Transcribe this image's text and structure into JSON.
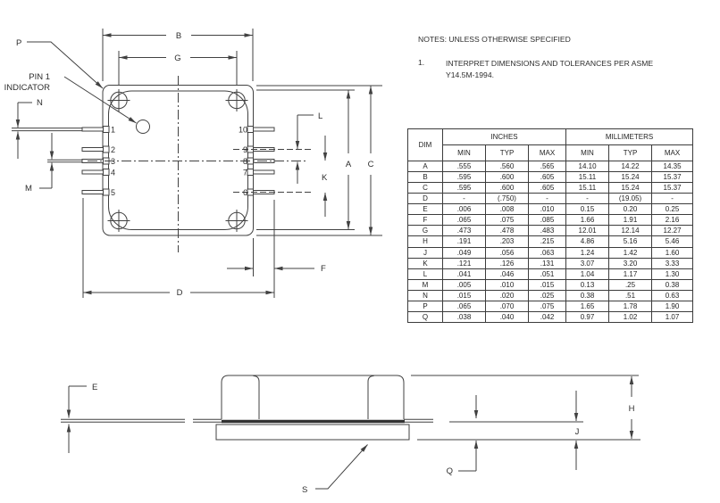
{
  "notes": {
    "title": "NOTES: UNLESS OTHERWISE SPECIFIED",
    "items": [
      {
        "number": "1.",
        "lines": [
          "INTERPRET DIMENSIONS AND TOLERANCES PER ASME",
          "Y14.5M-1994."
        ]
      }
    ]
  },
  "table": {
    "corner_label": "DIM",
    "group_headers": [
      "INCHES",
      "MILLIMETERS"
    ],
    "sub_headers": [
      "MIN",
      "TYP",
      "MAX",
      "MIN",
      "TYP",
      "MAX"
    ],
    "rows": [
      [
        "A",
        ".555",
        ".560",
        ".565",
        "14.10",
        "14.22",
        "14.35"
      ],
      [
        "B",
        ".595",
        ".600",
        ".605",
        "15.11",
        "15.24",
        "15.37"
      ],
      [
        "C",
        ".595",
        ".600",
        ".605",
        "15.11",
        "15.24",
        "15.37"
      ],
      [
        "D",
        "-",
        "(.750)",
        "-",
        "-",
        "(19.05)",
        "-"
      ],
      [
        "E",
        ".006",
        ".008",
        ".010",
        "0.15",
        "0.20",
        "0.25"
      ],
      [
        "F",
        ".065",
        ".075",
        ".085",
        "1.66",
        "1.91",
        "2.16"
      ],
      [
        "G",
        ".473",
        ".478",
        ".483",
        "12.01",
        "12.14",
        "12.27"
      ],
      [
        "H",
        ".191",
        ".203",
        ".215",
        "4.86",
        "5.16",
        "5.46"
      ],
      [
        "J",
        ".049",
        ".056",
        ".063",
        "1.24",
        "1.42",
        "1.60"
      ],
      [
        "K",
        ".121",
        ".126",
        ".131",
        "3.07",
        "3.20",
        "3.33"
      ],
      [
        "L",
        ".041",
        ".046",
        ".051",
        "1.04",
        "1.17",
        "1.30"
      ],
      [
        "M",
        ".005",
        ".010",
        ".015",
        "0.13",
        ".25",
        "0.38"
      ],
      [
        "N",
        ".015",
        ".020",
        ".025",
        "0.38",
        ".51",
        "0.63"
      ],
      [
        "P",
        ".065",
        ".070",
        ".075",
        "1.65",
        "1.78",
        "1.90"
      ],
      [
        "Q",
        ".038",
        ".040",
        ".042",
        "0.97",
        "1.02",
        "1.07"
      ]
    ]
  },
  "top_view": {
    "labels": {
      "p": "P",
      "pin1_line1": "PIN 1",
      "pin1_line2": "INDICATOR",
      "n": "N",
      "m": "M",
      "b": "B",
      "g": "G",
      "a": "A",
      "c": "C",
      "l": "L",
      "k": "K",
      "f": "F",
      "d": "D"
    },
    "left_pin_numbers": [
      "1",
      "2",
      "3",
      "4",
      "5"
    ],
    "right_pin_numbers": [
      "10",
      "9",
      "8",
      "7",
      "6"
    ]
  },
  "side_view": {
    "labels": {
      "e": "E",
      "h": "H",
      "j": "J",
      "q": "Q",
      "s": "S"
    }
  },
  "colors": {
    "line": "#414141",
    "text": "#2e2e2e",
    "background": "#ffffff"
  }
}
